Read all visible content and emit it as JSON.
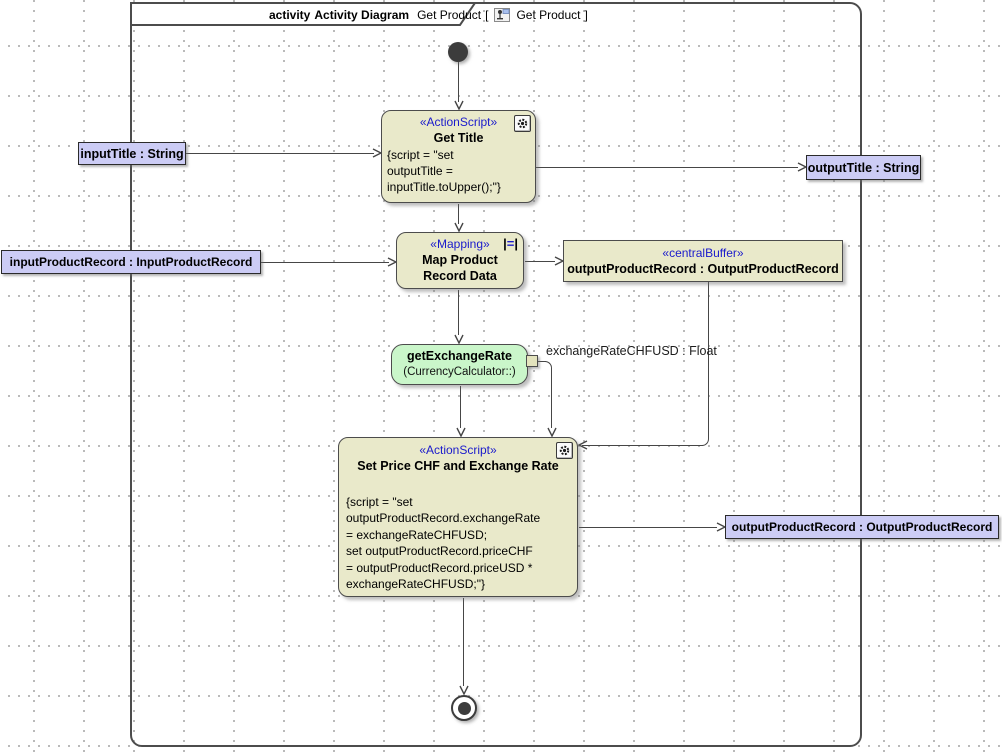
{
  "frame": {
    "keyword": "activity",
    "diagram_type": "Activity Diagram",
    "context_name": "Get Product",
    "bracket_open": "[",
    "diagram_name": "Get Product",
    "bracket_close": "]"
  },
  "nodes": {
    "get_title": {
      "stereotype": "«ActionScript»",
      "name": "Get Title",
      "script": "{script = \"set\noutputTitle =\ninputTitle.toUpper();\"}"
    },
    "map_product": {
      "stereotype": "«Mapping»",
      "name": "Map Product\nRecord Data"
    },
    "central_buffer": {
      "stereotype": "«centralBuffer»",
      "name": "outputProductRecord : OutputProductRecord"
    },
    "get_exchange_rate": {
      "name": "getExchangeRate",
      "qualifier": "(CurrencyCalculator::)"
    },
    "set_price": {
      "stereotype": "«ActionScript»",
      "name": "Set Price CHF and Exchange Rate",
      "script": "{script = \"set\noutputProductRecord.exchangeRate\n = exchangeRateCHFUSD;\nset outputProductRecord.priceCHF\n= outputProductRecord.priceUSD *\nexchangeRateCHFUSD;\"}"
    }
  },
  "object_nodes": {
    "input_title": "inputTitle : String",
    "output_title": "outputTitle : String",
    "input_product_record": "inputProductRecord : InputProductRecord",
    "output_product_record": "outputProductRecord : OutputProductRecord"
  },
  "labels": {
    "exchange_rate_pin": "exchangeRateCHFUSD : Float"
  },
  "colors": {
    "action_fill": "#e9e9ca",
    "object_fill": "#ccccf5",
    "call_fill": "#caf6ca",
    "stereotype_text": "#1a1acc",
    "line": "#464646"
  }
}
